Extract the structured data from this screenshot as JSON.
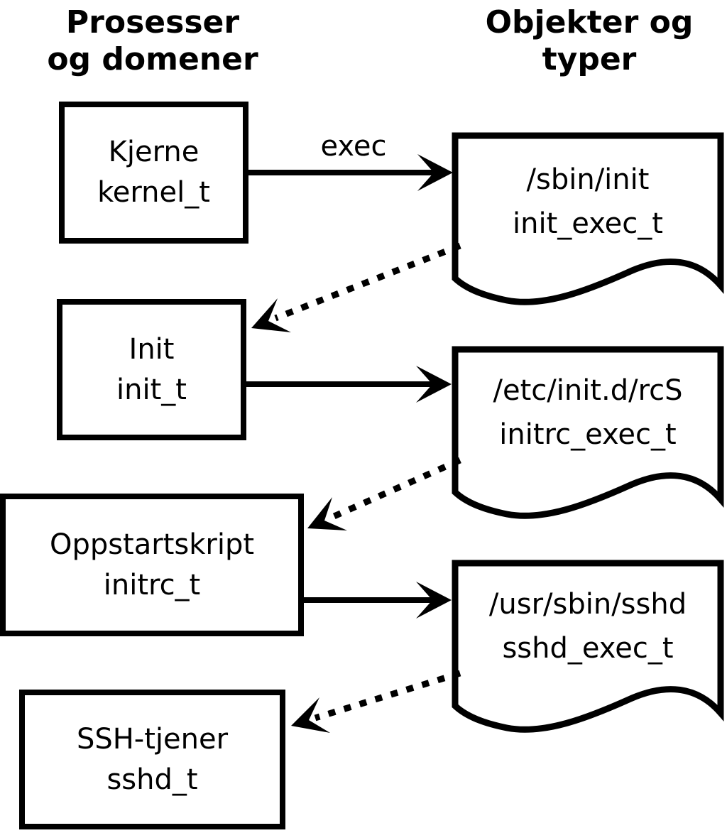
{
  "diagram": {
    "headers": {
      "left": {
        "line1": "Prosesser",
        "line2": "og domener"
      },
      "right": {
        "line1": "Objekter og",
        "line2": "typer"
      }
    },
    "exec_label": "exec",
    "processes": [
      {
        "name": "Kjerne",
        "type": "kernel_t"
      },
      {
        "name": "Init",
        "type": "init_t"
      },
      {
        "name": "Oppstartskript",
        "type": "initrc_t"
      },
      {
        "name": "SSH-tjener",
        "type": "sshd_t"
      }
    ],
    "objects": [
      {
        "path": "/sbin/init",
        "type": "init_exec_t"
      },
      {
        "path": "/etc/init.d/rcS",
        "type": "initrc_exec_t"
      },
      {
        "path": "/usr/sbin/sshd",
        "type": "sshd_exec_t"
      }
    ],
    "colors": {
      "stroke": "#000000",
      "background": "#ffffff"
    }
  }
}
